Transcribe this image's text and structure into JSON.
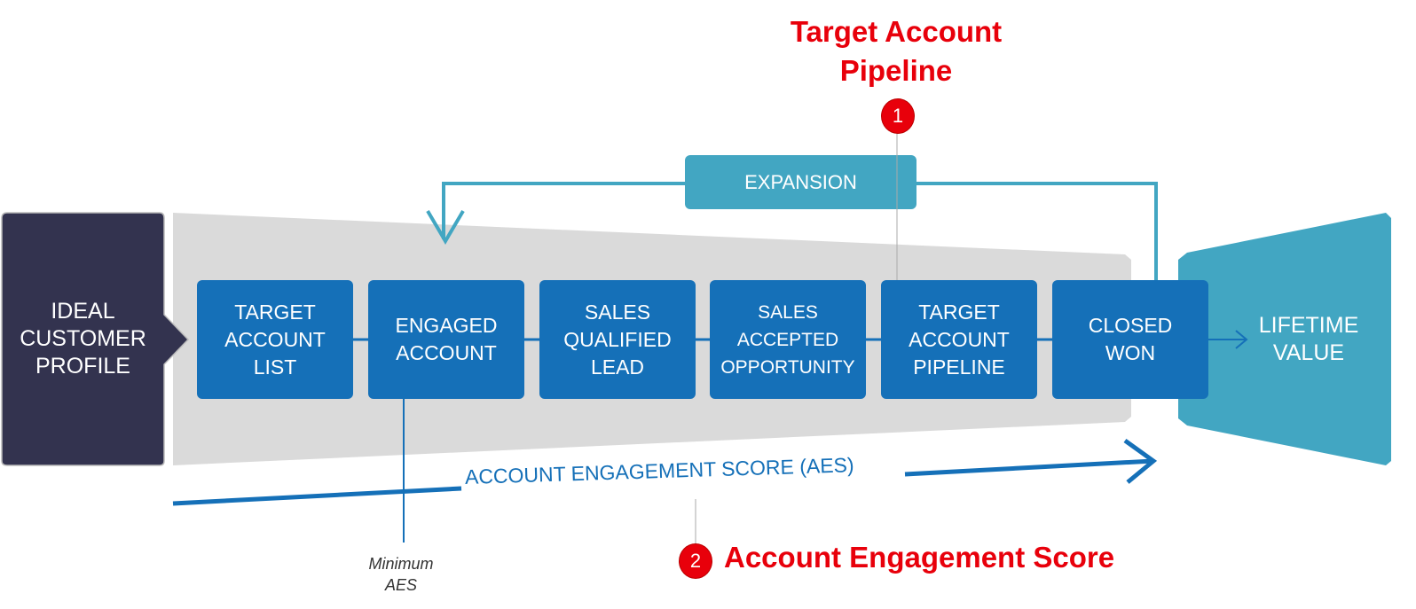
{
  "diagram": {
    "ideal_customer_profile": "IDEAL\nCUSTOMER\nPROFILE",
    "stages": [
      "TARGET\nACCOUNT\nLIST",
      "ENGAGED\nACCOUNT",
      "SALES\nQUALIFIED\nLEAD",
      "SALES\nACCEPTED\nOPPORTUNITY",
      "TARGET\nACCOUNT\nPIPELINE",
      "CLOSED\nWON"
    ],
    "expansion": "EXPANSION",
    "lifetime_value": "LIFETIME\nVALUE",
    "aes_axis_label": "ACCOUNT ENGAGEMENT SCORE (AES)",
    "minimum_aes": "Minimum\nAES"
  },
  "callouts": [
    {
      "number": "1",
      "label": "Target Account\nPipeline"
    },
    {
      "number": "2",
      "label": "Account Engagement Score"
    }
  ],
  "colors": {
    "navy": "#33334f",
    "stage_blue": "#1570b8",
    "teal": "#42a6c2",
    "gray_band": "#dadada",
    "callout_red": "#e8000b"
  }
}
